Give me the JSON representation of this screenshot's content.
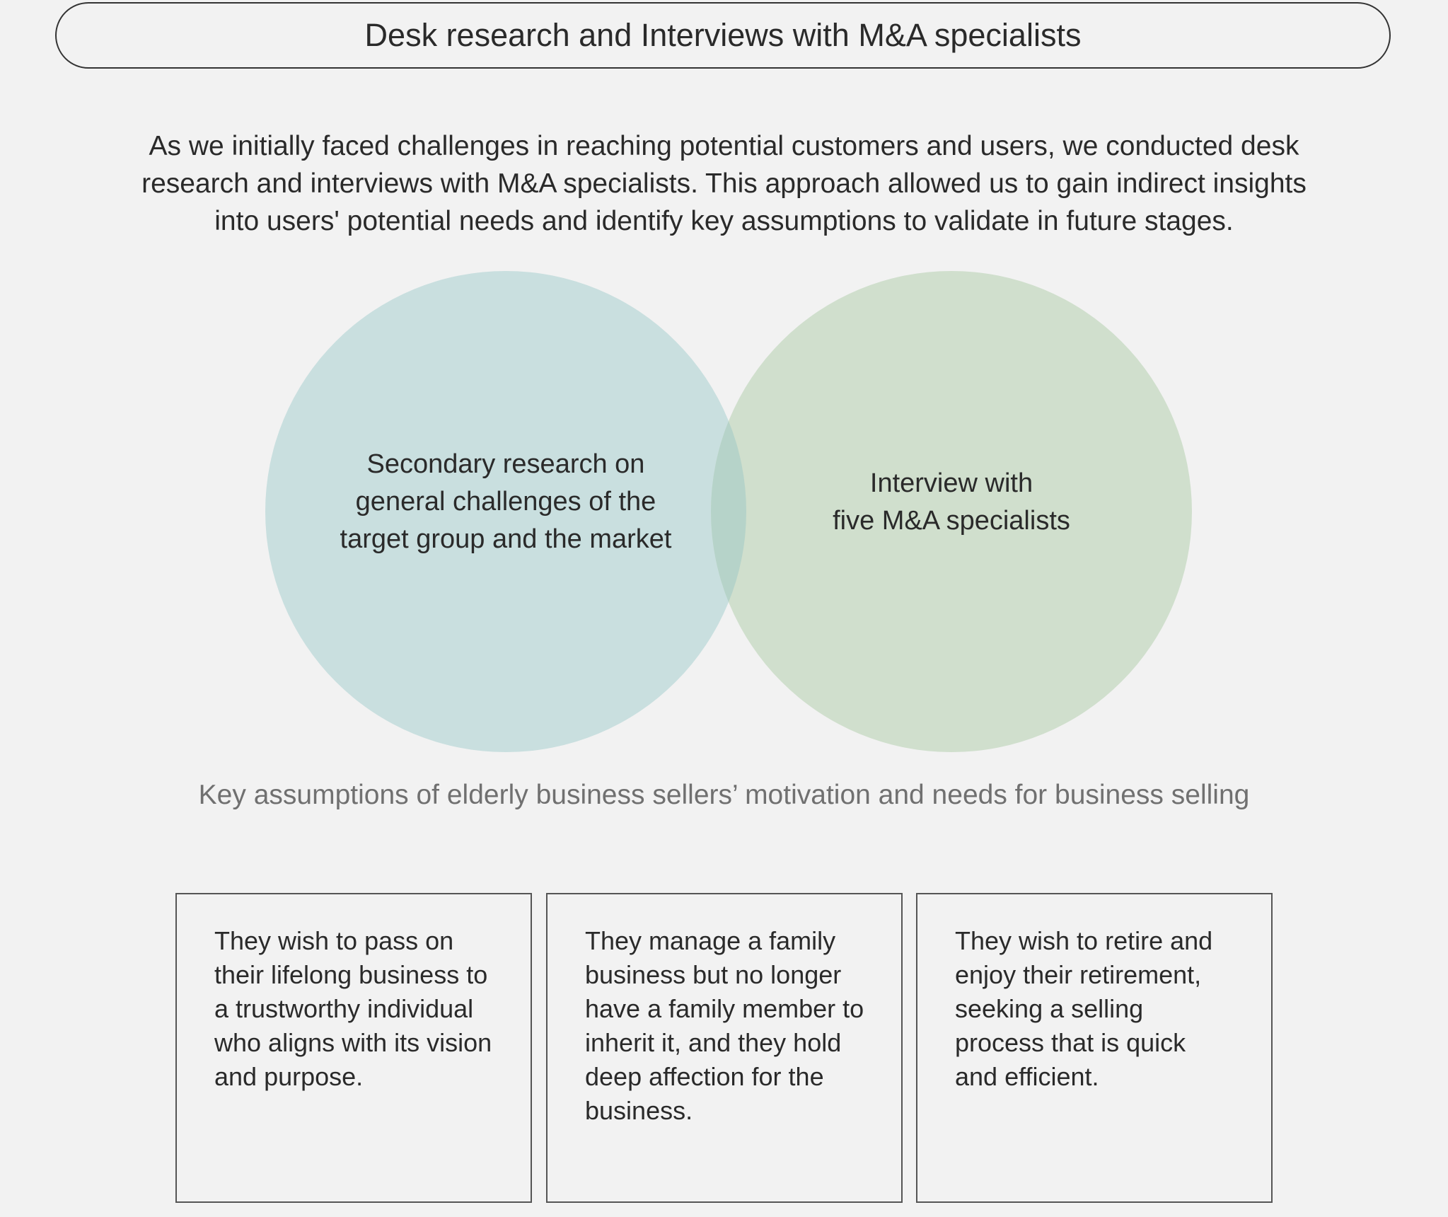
{
  "header": {
    "title": "Desk research and Interviews with M&A specialists"
  },
  "intro": {
    "text": "As we initially faced challenges in reaching potential customers and users, we conducted desk research and interviews with M&A specialists. This approach allowed us to gain indirect insights into users' potential needs and identify key assumptions to validate in future stages."
  },
  "venn": {
    "left": {
      "label": "Secondary research on general challenges of the target group and the market",
      "color": "#c9dfdf"
    },
    "right": {
      "label_line1": "Interview with",
      "label_line2": "five M&A specialists",
      "color": "#d0dfcd"
    },
    "overlap_color": "#b6d3c9"
  },
  "assumptions": {
    "title": "Key assumptions of elderly business sellers’ motivation and needs for business selling",
    "cards": [
      {
        "text": "They wish to pass on their lifelong business to a trustworthy individual who aligns with its vision and purpose."
      },
      {
        "text": "They manage a family business but no longer have a family member to inherit it, and they hold deep affection for the business."
      },
      {
        "text": "They wish to retire and enjoy their retirement, seeking a selling process that is quick and efficient."
      }
    ]
  }
}
